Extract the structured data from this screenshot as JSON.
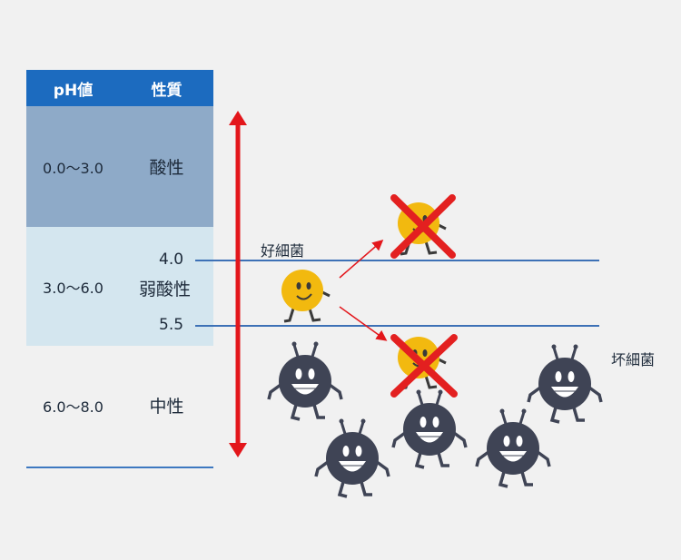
{
  "table": {
    "header": {
      "ph": "pH値",
      "nature": "性質"
    },
    "rows": [
      {
        "range": "0.0～3.0",
        "nature": "酸性"
      },
      {
        "range": "3.0～6.0",
        "nature": ""
      },
      {
        "range": "6.0～8.0",
        "nature": "中性"
      }
    ]
  },
  "markers": {
    "upper": "4.0",
    "lower": "5.5",
    "zone_label": "弱酸性"
  },
  "labels": {
    "good": "好細菌",
    "bad": "坏細菌"
  },
  "colors": {
    "header": "#1c6bbf",
    "acid": "#8eaac8",
    "weak": "#d4e6ef",
    "line": "#3d71b6",
    "arrow": "#e3161b",
    "good_bacteria": "#f2b90f",
    "bad_bacteria": "#3f4455",
    "cross": "#e32020"
  },
  "icons": [
    "good-bacteria-icon",
    "bad-bacteria-icon",
    "cross-icon",
    "double-arrow-icon"
  ]
}
